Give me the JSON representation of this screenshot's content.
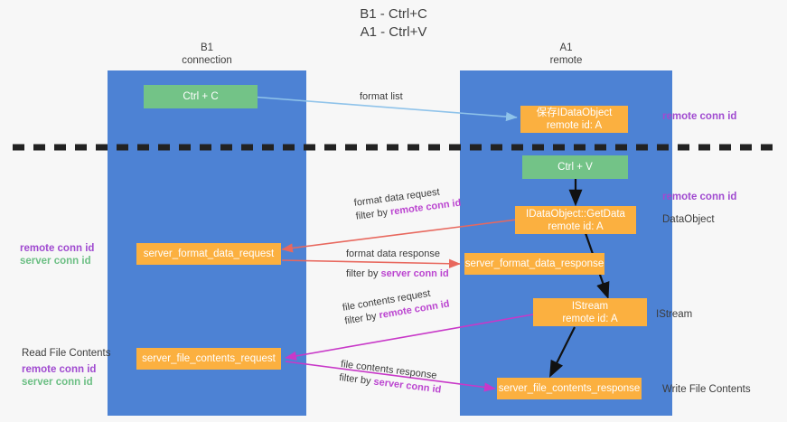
{
  "title": {
    "line1": "B1 - Ctrl+C",
    "line2": "A1 - Ctrl+V"
  },
  "columns": [
    {
      "name": "B1",
      "role": "connection"
    },
    {
      "name": "A1",
      "role": "remote"
    }
  ],
  "boxes": {
    "ctrl_c": {
      "line1": "Ctrl + C"
    },
    "ctrl_v": {
      "line1": "Ctrl + V"
    },
    "save_dataobject": {
      "line1": "保存IDataObject",
      "line2": "remote id: A"
    },
    "getdata": {
      "line1": "IDataObject::GetData",
      "line2": "remote id: A"
    },
    "istream": {
      "line1": "IStream",
      "line2": "remote id: A"
    },
    "server_format_data_request": {
      "line1": "server_format_data_request"
    },
    "server_format_data_response": {
      "line1": "server_format_data_response"
    },
    "server_file_contents_request": {
      "line1": "server_file_contents_request"
    },
    "server_file_contents_response": {
      "line1": "server_file_contents_response"
    }
  },
  "arrow_labels": {
    "format_list": "format list",
    "format_data_request": "format data request",
    "format_data_request_filter_pre": "filter by ",
    "format_data_request_filter_key": "remote conn id",
    "format_data_response": "format data response",
    "format_data_response_filter_pre": "filter by ",
    "format_data_response_filter_key": "server conn id",
    "file_contents_request": "file contents request",
    "file_contents_request_filter_pre": "filter by ",
    "file_contents_request_filter_key": "remote conn id",
    "file_contents_response": "file contents response",
    "file_contents_response_filter_pre": "filter by ",
    "file_contents_response_filter_key": "server conn id"
  },
  "side_labels": {
    "right_remote_conn_id_top": "remote conn id",
    "right_remote_conn_id_mid": "remote conn id",
    "right_dataobject": "DataObject",
    "right_istream": "IStream",
    "right_write_file_contents": "Write File Contents",
    "left_remote_conn_id_mid": "remote conn id",
    "left_server_conn_id_mid": "server conn id",
    "left_read_file_contents": "Read File Contents",
    "left_remote_conn_id_bot": "remote conn id",
    "left_server_conn_id_bot": "server conn id"
  },
  "colors": {
    "lane": "#4d82d4",
    "green_box": "#73c387",
    "orange_box": "#fbb040",
    "purple_text": "#a04ad0",
    "green_text": "#6cbf84",
    "magenta_text": "#bb45d0",
    "blue_arrow": "#8fc3ea",
    "red_arrow": "#e8685e",
    "magenta_arrow": "#c838c8",
    "black_arrow": "#111111",
    "background": "#f7f7f7"
  }
}
